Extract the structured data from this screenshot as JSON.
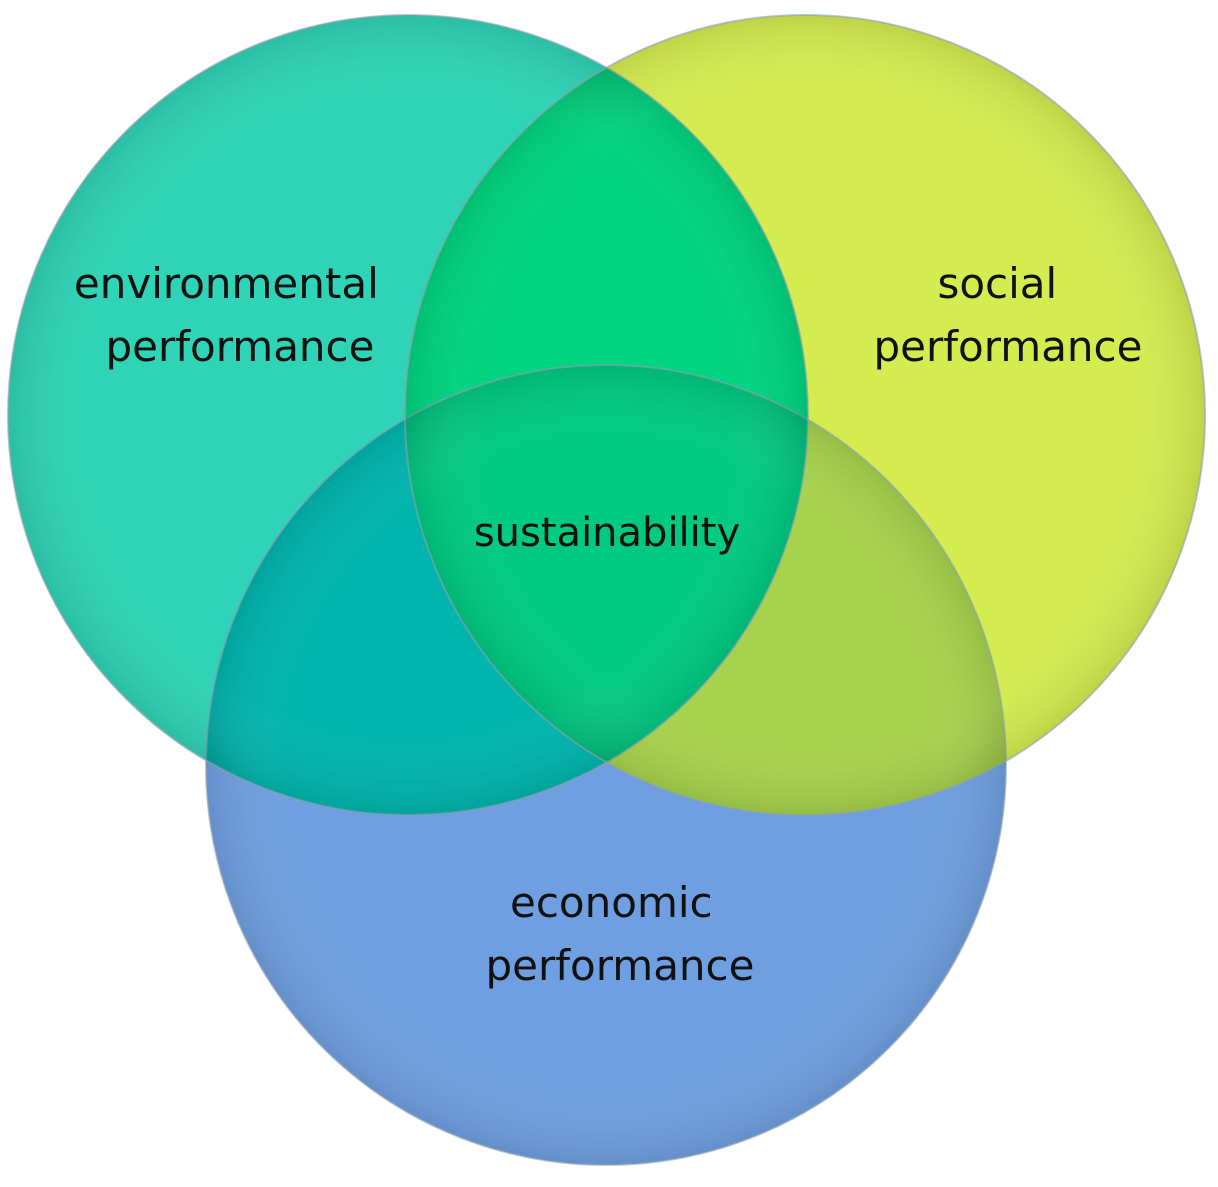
{
  "diagram": {
    "type": "venn",
    "sets": [
      {
        "id": "environmental",
        "label_lines": [
          "environmental",
          "performance"
        ],
        "color": "#2FD3B5"
      },
      {
        "id": "social",
        "label_lines": [
          "social",
          "performance"
        ],
        "color": "#D4EC50"
      },
      {
        "id": "economic",
        "label_lines": [
          "economic",
          "performance"
        ],
        "color": "#6F9FE0"
      }
    ],
    "intersection_label": "sustainability",
    "colors": {
      "env_social_overlap": "#00D480",
      "env_econ_overlap": "#00B5AE",
      "social_econ_overlap": "#A7D34C",
      "center": "#00CA82",
      "outline": "#8aa0b0"
    }
  }
}
